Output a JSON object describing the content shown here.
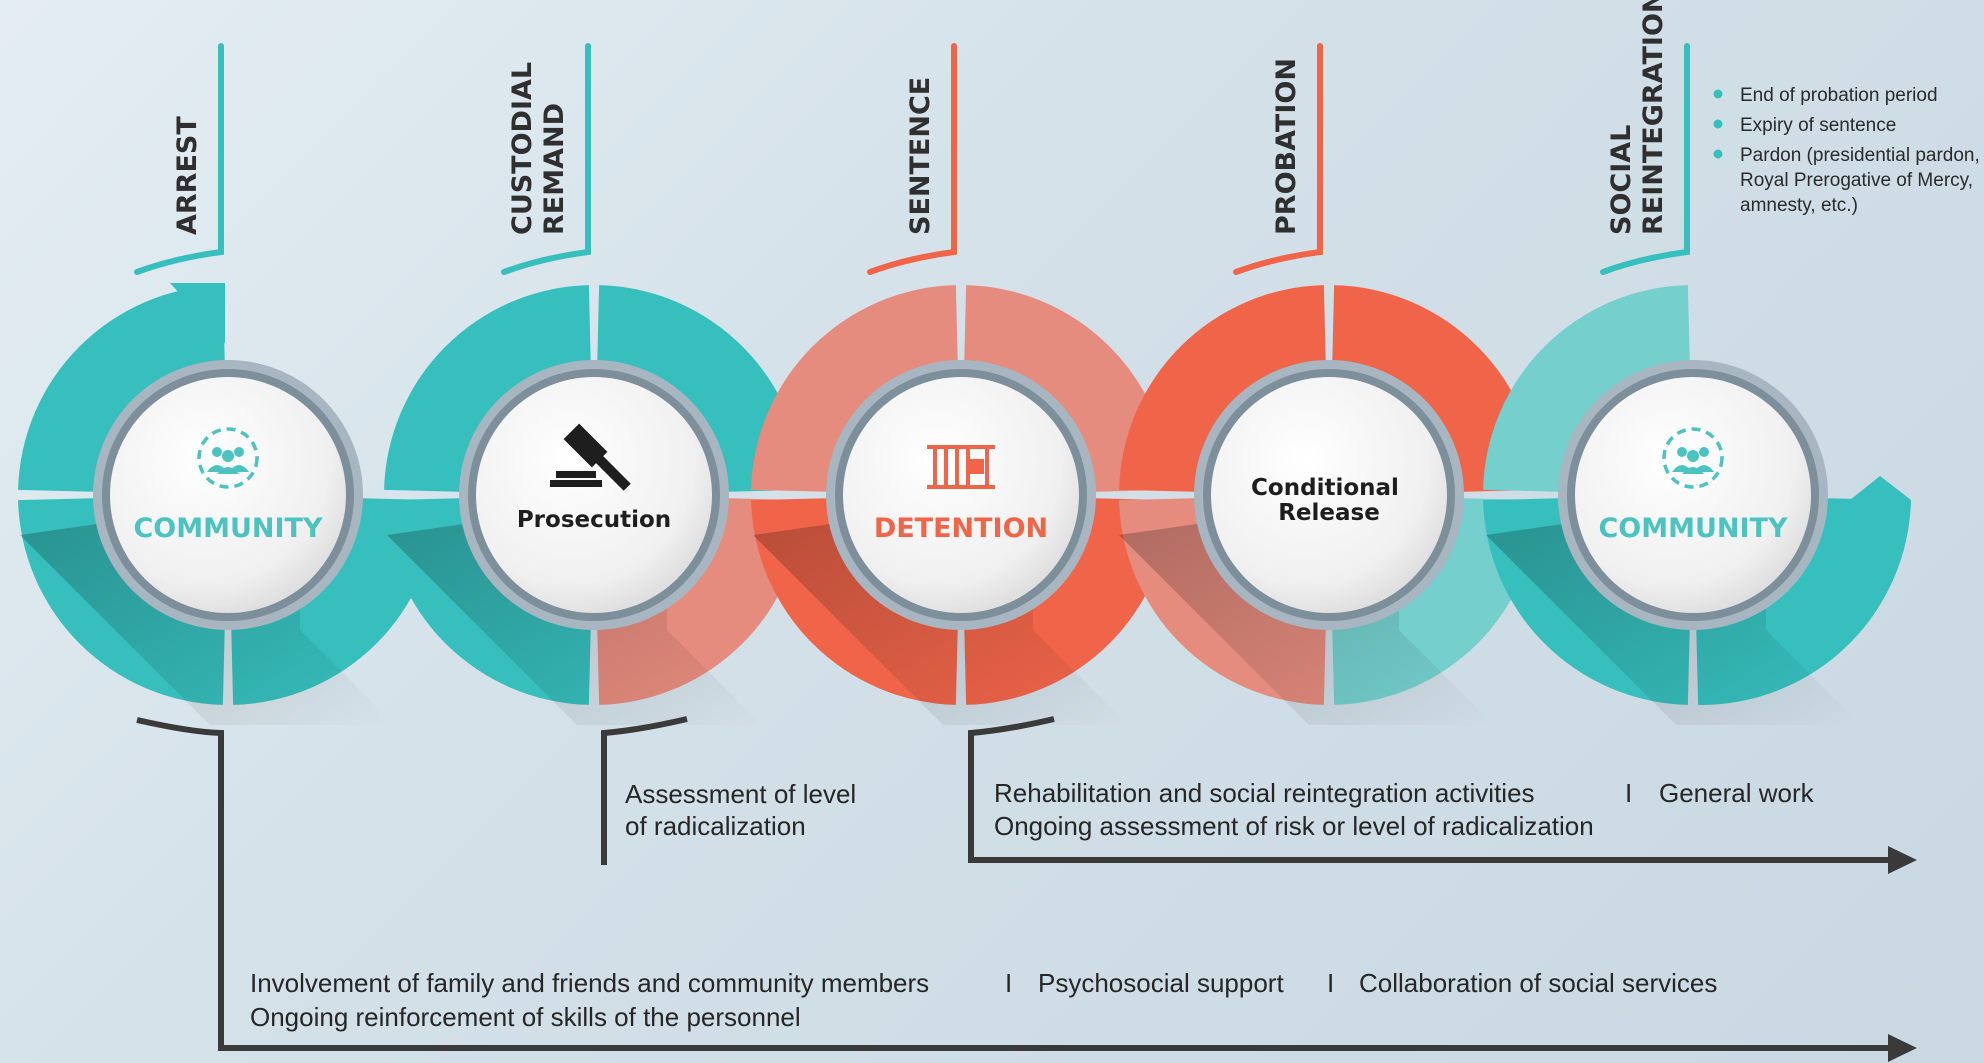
{
  "colors": {
    "teal": "#36bfbd",
    "teal_light": "#74cfcd",
    "coral": "#f0654a",
    "coral_light": "#e58c7e",
    "dark": "#3a3a3a",
    "community_text": "#4cc3c0",
    "detention_text": "#f0654a"
  },
  "stages": [
    {
      "lines": [
        "ARREST"
      ],
      "color": "teal"
    },
    {
      "lines": [
        "CUSTODIAL",
        "REMAND"
      ],
      "color": "teal"
    },
    {
      "lines": [
        "SENTENCE"
      ],
      "color": "coral"
    },
    {
      "lines": [
        "PROBATION"
      ],
      "color": "coral"
    },
    {
      "lines": [
        "SOCIAL",
        "REINTEGRATION"
      ],
      "color": "teal"
    }
  ],
  "circles": [
    {
      "lines": [
        "COMMUNITY"
      ],
      "icon": "community-icon",
      "style": "community"
    },
    {
      "lines": [
        "Prosecution"
      ],
      "icon": "gavel-icon",
      "style": "dark"
    },
    {
      "lines": [
        "DETENTION"
      ],
      "icon": "prison-bars-icon",
      "style": "detention"
    },
    {
      "lines": [
        "Conditional",
        "Release"
      ],
      "icon": "",
      "style": "dark"
    },
    {
      "lines": [
        "COMMUNITY"
      ],
      "icon": "community-icon",
      "style": "community"
    }
  ],
  "reintegration_bullets": [
    [
      "End of probation period"
    ],
    [
      "Expiry of sentence"
    ],
    [
      "Pardon (presidential pardon,",
      "Royal Prerogative of Mercy,",
      "amnesty, etc.)"
    ]
  ],
  "notes": {
    "assessment": [
      "Assessment of level",
      "of radicalization"
    ],
    "rehab": {
      "line1_parts": [
        "Rehabilitation and social reintegration activities",
        "I",
        "General work"
      ],
      "line2": "Ongoing assessment of risk or level of radicalization"
    },
    "community": {
      "line1_parts": [
        "Involvement of family and friends and community members",
        "I",
        "Psychosocial support",
        "I",
        "Collaboration of social services"
      ],
      "line2": "Ongoing reinforcement of skills of the personnel"
    }
  }
}
